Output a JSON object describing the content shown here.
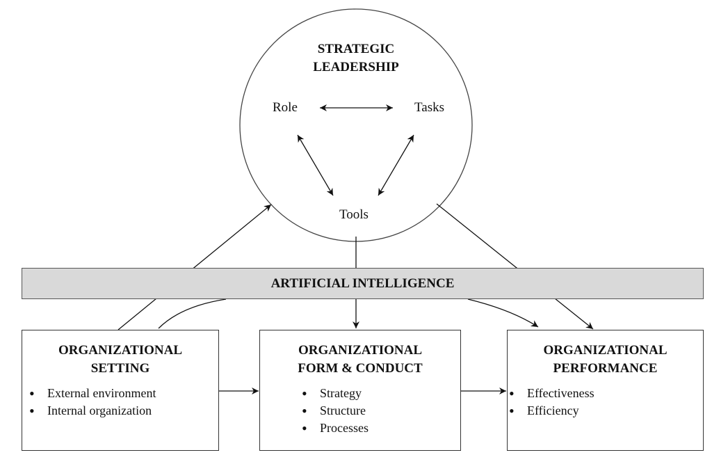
{
  "circle": {
    "title_line1": "STRATEGIC",
    "title_line2": "LEADERSHIP",
    "nodes": [
      "Role",
      "Tasks",
      "Tools"
    ]
  },
  "bar": {
    "label": "ARTIFICIAL INTELLIGENCE",
    "fill": "#d9d9d9"
  },
  "boxes": [
    {
      "title_line1": "ORGANIZATIONAL",
      "title_line2": "SETTING",
      "items": [
        "External environment",
        "Internal organization"
      ]
    },
    {
      "title_line1": "ORGANIZATIONAL",
      "title_line2": "FORM & CONDUCT",
      "items": [
        "Strategy",
        "Structure",
        "Processes"
      ]
    },
    {
      "title_line1": "ORGANIZATIONAL",
      "title_line2": "PERFORMANCE",
      "items": [
        "Effectiveness",
        "Efficiency"
      ]
    }
  ]
}
